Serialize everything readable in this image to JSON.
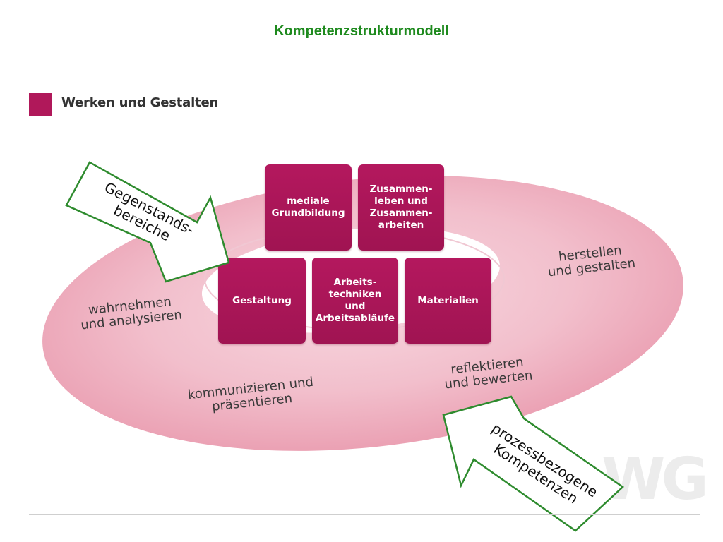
{
  "title": "Kompetenzstrukturmodell",
  "section": {
    "label": "Werken und Gestalten"
  },
  "tiles": [
    {
      "id": "mediale-grundbildung",
      "label": "mediale\nGrundbildung"
    },
    {
      "id": "zusammenleben",
      "label": "Zusammen-\nleben und\nZusammen-\narbeiten"
    },
    {
      "id": "gestaltung",
      "label": "Gestaltung"
    },
    {
      "id": "arbeitstechniken",
      "label": "Arbeits-\ntechniken\nund\nArbeitsabläufe"
    },
    {
      "id": "materialien",
      "label": "Materialien"
    }
  ],
  "ring_labels": {
    "wahrnehmen": "wahrnehmen\nund analysieren",
    "herstellen": "herstellen\nund gestalten",
    "reflektieren": "reflektieren\nund bewerten",
    "kommunizieren": "kommunizieren und\npräsentieren"
  },
  "arrows": {
    "gegenstand": "Gegenstands-\nbereiche",
    "prozess": "prozessbezogene\nKompetenzen"
  },
  "watermark": "WG",
  "colors": {
    "title_green": "#1e8a1e",
    "tile_magenta": "#b0185a",
    "arrow_border": "#2e8b2e"
  }
}
